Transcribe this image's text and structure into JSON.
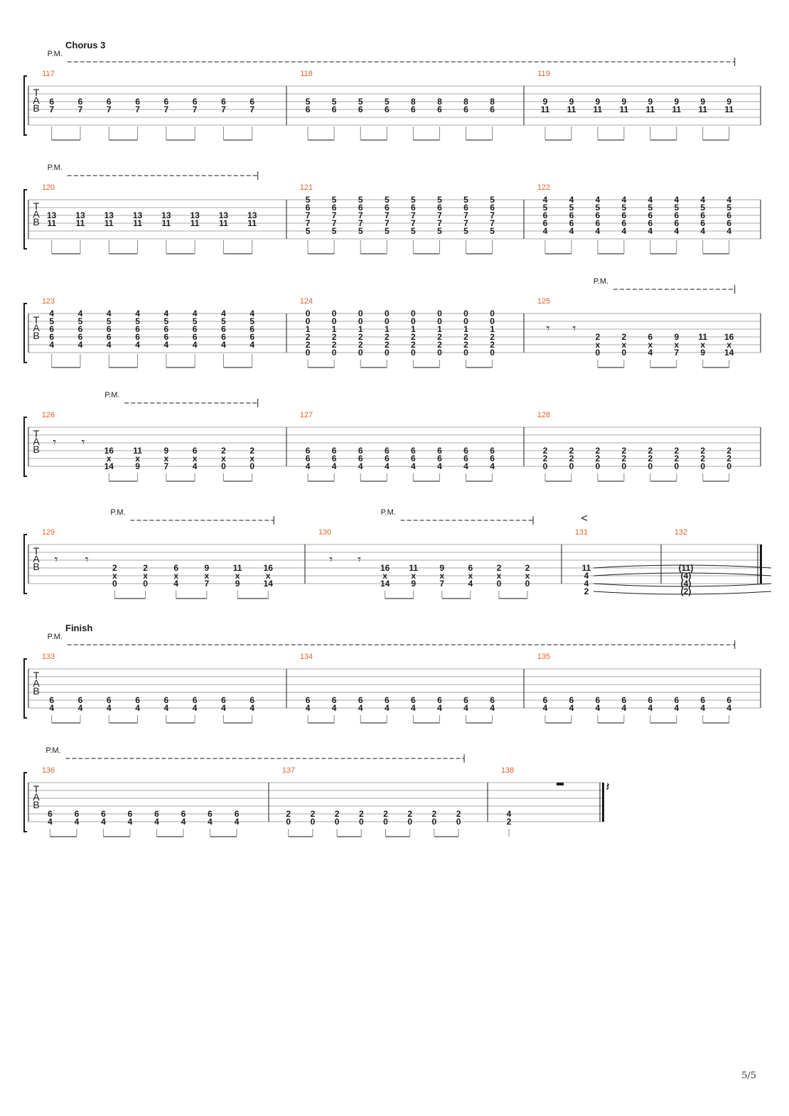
{
  "page": {
    "number_label": "5/5"
  },
  "colors": {
    "ink": "#1a1a1a",
    "line": "#a8a8a8",
    "bar_number": "#e0622a",
    "stem": "#888888"
  },
  "labels": {
    "tab_clef": [
      "T",
      "A",
      "B"
    ],
    "palm_mute": "P.M."
  },
  "systems": [
    {
      "section": "Chorus 3",
      "palm_mutes": [
        {
          "from": [
            0,
            0
          ],
          "to": [
            2,
            7
          ]
        }
      ],
      "measures": [
        {
          "number": "117",
          "beats": [
            [
              "6",
              "7"
            ],
            [
              "6",
              "7"
            ],
            [
              "6",
              "7"
            ],
            [
              "6",
              "7"
            ],
            [
              "6",
              "7"
            ],
            [
              "6",
              "7"
            ],
            [
              "6",
              "7"
            ],
            [
              "6",
              "7"
            ]
          ],
          "top_string": 2
        },
        {
          "number": "118",
          "beats": [
            [
              "5",
              "6"
            ],
            [
              "5",
              "6"
            ],
            [
              "5",
              "6"
            ],
            [
              "5",
              "6"
            ],
            [
              "8",
              "6"
            ],
            [
              "8",
              "6"
            ],
            [
              "8",
              "6"
            ],
            [
              "8",
              "6"
            ]
          ],
          "top_string": 2
        },
        {
          "number": "119",
          "beats": [
            [
              "9",
              "11"
            ],
            [
              "9",
              "11"
            ],
            [
              "9",
              "11"
            ],
            [
              "9",
              "11"
            ],
            [
              "9",
              "11"
            ],
            [
              "9",
              "11"
            ],
            [
              "9",
              "11"
            ],
            [
              "9",
              "11"
            ]
          ],
          "top_string": 2
        }
      ]
    },
    {
      "palm_mutes": [
        {
          "from": [
            0,
            0
          ],
          "to": [
            0,
            7
          ]
        }
      ],
      "measures": [
        {
          "number": "120",
          "beats": [
            [
              "13",
              "11"
            ],
            [
              "13",
              "11"
            ],
            [
              "13",
              "11"
            ],
            [
              "13",
              "11"
            ],
            [
              "13",
              "11"
            ],
            [
              "13",
              "11"
            ],
            [
              "13",
              "11"
            ],
            [
              "13",
              "11"
            ]
          ],
          "top_string": 2
        },
        {
          "number": "121",
          "beats": [
            [
              "5",
              "6",
              "7",
              "7",
              "5"
            ],
            [
              "5",
              "6",
              "7",
              "7",
              "5"
            ],
            [
              "5",
              "6",
              "7",
              "7",
              "5"
            ],
            [
              "5",
              "6",
              "7",
              "7",
              "5"
            ],
            [
              "5",
              "6",
              "7",
              "7",
              "5"
            ],
            [
              "5",
              "6",
              "7",
              "7",
              "5"
            ],
            [
              "5",
              "6",
              "7",
              "7",
              "5"
            ],
            [
              "5",
              "6",
              "7",
              "7",
              "5"
            ]
          ],
          "top_string": 0
        },
        {
          "number": "122",
          "beats": [
            [
              "4",
              "5",
              "6",
              "6",
              "4"
            ],
            [
              "4",
              "5",
              "6",
              "6",
              "4"
            ],
            [
              "4",
              "5",
              "6",
              "6",
              "4"
            ],
            [
              "4",
              "5",
              "6",
              "6",
              "4"
            ],
            [
              "4",
              "5",
              "6",
              "6",
              "4"
            ],
            [
              "4",
              "5",
              "6",
              "6",
              "4"
            ],
            [
              "4",
              "5",
              "6",
              "6",
              "4"
            ],
            [
              "4",
              "5",
              "6",
              "6",
              "4"
            ]
          ],
          "top_string": 0
        }
      ]
    },
    {
      "palm_mutes": [
        {
          "from": [
            2,
            2
          ],
          "to": [
            2,
            7
          ]
        }
      ],
      "measures": [
        {
          "number": "123",
          "beats": [
            [
              "4",
              "5",
              "6",
              "6",
              "4"
            ],
            [
              "4",
              "5",
              "6",
              "6",
              "4"
            ],
            [
              "4",
              "5",
              "6",
              "6",
              "4"
            ],
            [
              "4",
              "5",
              "6",
              "6",
              "4"
            ],
            [
              "4",
              "5",
              "6",
              "6",
              "4"
            ],
            [
              "4",
              "5",
              "6",
              "6",
              "4"
            ],
            [
              "4",
              "5",
              "6",
              "6",
              "4"
            ],
            [
              "4",
              "5",
              "6",
              "6",
              "4"
            ]
          ],
          "top_string": 0
        },
        {
          "number": "124",
          "beats": [
            [
              "0",
              "0",
              "1",
              "2",
              "2",
              "0"
            ],
            [
              "0",
              "0",
              "1",
              "2",
              "2",
              "0"
            ],
            [
              "0",
              "0",
              "1",
              "2",
              "2",
              "0"
            ],
            [
              "0",
              "0",
              "1",
              "2",
              "2",
              "0"
            ],
            [
              "0",
              "0",
              "1",
              "2",
              "2",
              "0"
            ],
            [
              "0",
              "0",
              "1",
              "2",
              "2",
              "0"
            ],
            [
              "0",
              "0",
              "1",
              "2",
              "2",
              "0"
            ],
            [
              "0",
              "0",
              "1",
              "2",
              "2",
              "0"
            ]
          ],
          "top_string": 0
        },
        {
          "number": "125",
          "beats": [
            [
              "rest"
            ],
            [
              "rest"
            ],
            [
              "2",
              "x",
              "0"
            ],
            [
              "2",
              "x",
              "0"
            ],
            [
              "6",
              "x",
              "4"
            ],
            [
              "9",
              "x",
              "7"
            ],
            [
              "11",
              "x",
              "9"
            ],
            [
              "16",
              "x",
              "14"
            ]
          ],
          "top_string": 3
        }
      ]
    },
    {
      "palm_mutes": [
        {
          "from": [
            0,
            2
          ],
          "to": [
            0,
            7
          ]
        }
      ],
      "measures": [
        {
          "number": "126",
          "beats": [
            [
              "rest"
            ],
            [
              "rest"
            ],
            [
              "16",
              "x",
              "14"
            ],
            [
              "11",
              "x",
              "9"
            ],
            [
              "9",
              "x",
              "7"
            ],
            [
              "6",
              "x",
              "4"
            ],
            [
              "2",
              "x",
              "0"
            ],
            [
              "2",
              "x",
              "0"
            ]
          ],
          "top_string": 3
        },
        {
          "number": "127",
          "beats": [
            [
              "6",
              "6",
              "4"
            ],
            [
              "6",
              "6",
              "4"
            ],
            [
              "6",
              "6",
              "4"
            ],
            [
              "6",
              "6",
              "4"
            ],
            [
              "6",
              "6",
              "4"
            ],
            [
              "6",
              "6",
              "4"
            ],
            [
              "6",
              "6",
              "4"
            ],
            [
              "6",
              "6",
              "4"
            ]
          ],
          "top_string": 3
        },
        {
          "number": "128",
          "beats": [
            [
              "2",
              "2",
              "0"
            ],
            [
              "2",
              "2",
              "0"
            ],
            [
              "2",
              "2",
              "0"
            ],
            [
              "2",
              "2",
              "0"
            ],
            [
              "2",
              "2",
              "0"
            ],
            [
              "2",
              "2",
              "0"
            ],
            [
              "2",
              "2",
              "0"
            ],
            [
              "2",
              "2",
              "0"
            ]
          ],
          "top_string": 3
        }
      ]
    },
    {
      "palm_mutes": [
        {
          "from": [
            0,
            2
          ],
          "to": [
            0,
            7
          ]
        },
        {
          "from": [
            1,
            2
          ],
          "to": [
            1,
            7
          ]
        }
      ],
      "crescendo": {
        "measure": 2,
        "symbol": "<"
      },
      "measures": [
        {
          "number": "129",
          "beats": [
            [
              "rest"
            ],
            [
              "rest"
            ],
            [
              "2",
              "x",
              "0"
            ],
            [
              "2",
              "x",
              "0"
            ],
            [
              "6",
              "x",
              "4"
            ],
            [
              "9",
              "x",
              "7"
            ],
            [
              "11",
              "x",
              "9"
            ],
            [
              "16",
              "x",
              "14"
            ]
          ],
          "top_string": 3
        },
        {
          "number": "130",
          "beats": [
            [
              "rest"
            ],
            [
              "rest"
            ],
            [
              "16",
              "x",
              "14"
            ],
            [
              "11",
              "x",
              "9"
            ],
            [
              "9",
              "x",
              "7"
            ],
            [
              "6",
              "x",
              "4"
            ],
            [
              "2",
              "x",
              "0"
            ],
            [
              "2",
              "x",
              "0"
            ]
          ],
          "top_string": 3
        },
        {
          "number": "131",
          "beats": [
            [
              "11",
              "4",
              "4",
              "2"
            ]
          ],
          "top_string": 3,
          "tied_to_next": true
        },
        {
          "number": "132",
          "beats": [
            [
              "(11)",
              "(4)",
              "(4)",
              "(2)"
            ]
          ],
          "top_string": 3,
          "final_barline": true
        }
      ]
    },
    {
      "section": "Finish",
      "palm_mutes": [
        {
          "from": [
            0,
            0
          ],
          "to": [
            2,
            7
          ]
        }
      ],
      "measures": [
        {
          "number": "133",
          "beats": [
            [
              "6",
              "4"
            ],
            [
              "6",
              "4"
            ],
            [
              "6",
              "4"
            ],
            [
              "6",
              "4"
            ],
            [
              "6",
              "4"
            ],
            [
              "6",
              "4"
            ],
            [
              "6",
              "4"
            ],
            [
              "6",
              "4"
            ]
          ],
          "top_string": 4
        },
        {
          "number": "134",
          "beats": [
            [
              "6",
              "4"
            ],
            [
              "6",
              "4"
            ],
            [
              "6",
              "4"
            ],
            [
              "6",
              "4"
            ],
            [
              "6",
              "4"
            ],
            [
              "6",
              "4"
            ],
            [
              "6",
              "4"
            ],
            [
              "6",
              "4"
            ]
          ],
          "top_string": 4
        },
        {
          "number": "135",
          "beats": [
            [
              "6",
              "4"
            ],
            [
              "6",
              "4"
            ],
            [
              "6",
              "4"
            ],
            [
              "6",
              "4"
            ],
            [
              "6",
              "4"
            ],
            [
              "6",
              "4"
            ],
            [
              "6",
              "4"
            ],
            [
              "6",
              "4"
            ]
          ],
          "top_string": 4
        }
      ]
    },
    {
      "palm_mutes": [
        {
          "from": [
            0,
            0
          ],
          "to": [
            1,
            7
          ]
        }
      ],
      "measures": [
        {
          "number": "136",
          "beats": [
            [
              "6",
              "4"
            ],
            [
              "6",
              "4"
            ],
            [
              "6",
              "4"
            ],
            [
              "6",
              "4"
            ],
            [
              "6",
              "4"
            ],
            [
              "6",
              "4"
            ],
            [
              "6",
              "4"
            ],
            [
              "6",
              "4"
            ]
          ],
          "top_string": 4
        },
        {
          "number": "137",
          "beats": [
            [
              "2",
              "0"
            ],
            [
              "2",
              "0"
            ],
            [
              "2",
              "0"
            ],
            [
              "2",
              "0"
            ],
            [
              "2",
              "0"
            ],
            [
              "2",
              "0"
            ],
            [
              "2",
              "0"
            ],
            [
              "2",
              "0"
            ]
          ],
          "top_string": 4
        },
        {
          "number": "138",
          "beats": [
            [
              "4",
              "2"
            ],
            [
              "half-rest"
            ],
            [
              "quarter-rest"
            ]
          ],
          "top_string": 4,
          "final_barline": true
        }
      ]
    }
  ]
}
